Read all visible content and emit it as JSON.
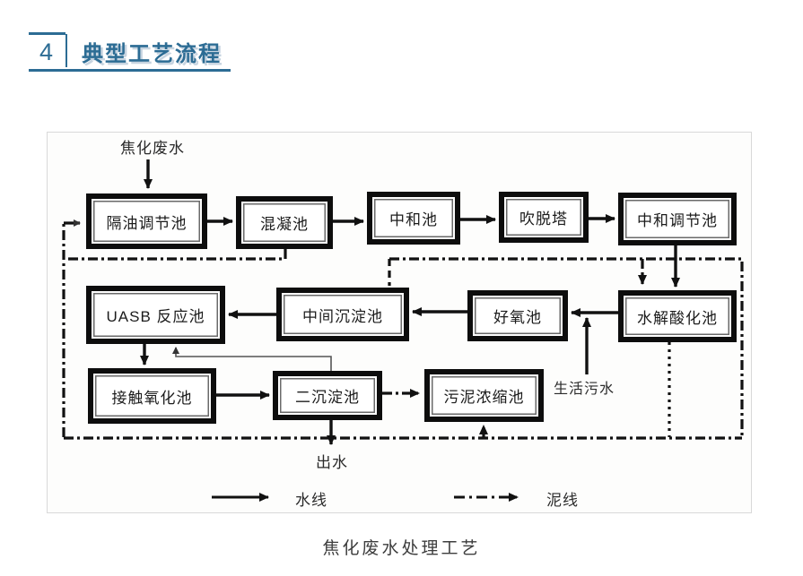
{
  "header": {
    "number": "4",
    "title": "典型工艺流程"
  },
  "colors": {
    "accent": "#2c6c94",
    "line": "#111111"
  },
  "diagram": {
    "caption": "焦化废水处理工艺",
    "input_label": "焦化废水",
    "domestic_sewage_label": "生活污水",
    "effluent_label": "出水",
    "boxes": [
      {
        "id": "oil-separation-regulating-tank",
        "label": "隔油调节池"
      },
      {
        "id": "coagulation-tank",
        "label": "混凝池"
      },
      {
        "id": "neutralization-tank",
        "label": "中和池"
      },
      {
        "id": "stripping-tower",
        "label": "吹脱塔"
      },
      {
        "id": "neutralization-regulating-tank",
        "label": "中和调节池"
      },
      {
        "id": "uasb-reactor",
        "label": "UASB 反应池"
      },
      {
        "id": "intermediate-sedimentation-tank",
        "label": "中间沉淀池"
      },
      {
        "id": "aerobic-tank",
        "label": "好氧池"
      },
      {
        "id": "hydrolysis-acidification-tank",
        "label": "水解酸化池"
      },
      {
        "id": "contact-oxidation-tank",
        "label": "接触氧化池"
      },
      {
        "id": "secondary-sedimentation-tank",
        "label": "二沉淀池"
      },
      {
        "id": "sludge-thickening-tank",
        "label": "污泥浓缩池"
      }
    ],
    "legend": [
      {
        "type": "solid",
        "label": "水线"
      },
      {
        "type": "dashdot",
        "label": "泥线"
      }
    ]
  }
}
